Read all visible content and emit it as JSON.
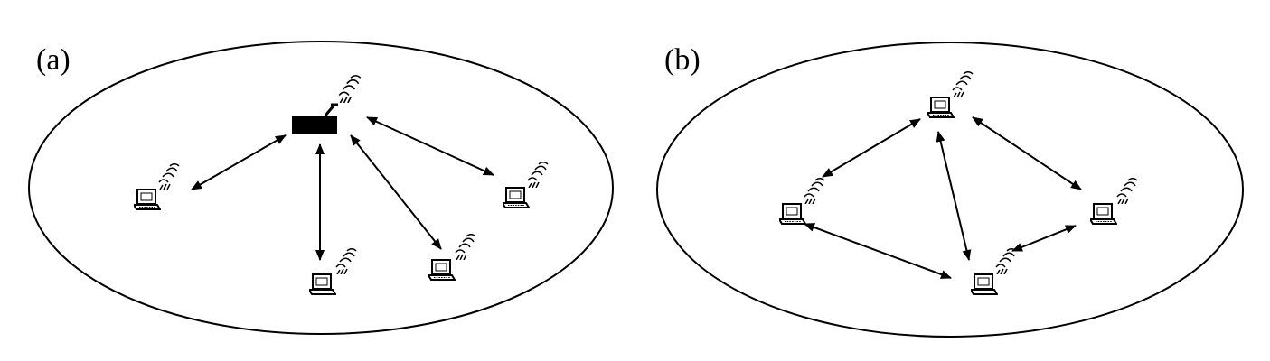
{
  "panels": [
    {
      "id": "a",
      "label": "(a)",
      "topology": "infrastructure",
      "hub": "access-point",
      "nodes": [
        "access-point",
        "laptop-1",
        "laptop-2",
        "laptop-3",
        "laptop-4"
      ],
      "links": [
        [
          "access-point",
          "laptop-1"
        ],
        [
          "access-point",
          "laptop-2"
        ],
        [
          "access-point",
          "laptop-3"
        ],
        [
          "access-point",
          "laptop-4"
        ]
      ]
    },
    {
      "id": "b",
      "label": "(b)",
      "topology": "ad-hoc",
      "nodes": [
        "laptop-top",
        "laptop-left",
        "laptop-right",
        "laptop-bottom"
      ],
      "links": [
        [
          "laptop-top",
          "laptop-left"
        ],
        [
          "laptop-top",
          "laptop-right"
        ],
        [
          "laptop-top",
          "laptop-bottom"
        ],
        [
          "laptop-left",
          "laptop-bottom"
        ],
        [
          "laptop-right",
          "laptop-bottom"
        ]
      ]
    }
  ],
  "colors": {
    "stroke": "#000000",
    "background": "#ffffff"
  }
}
